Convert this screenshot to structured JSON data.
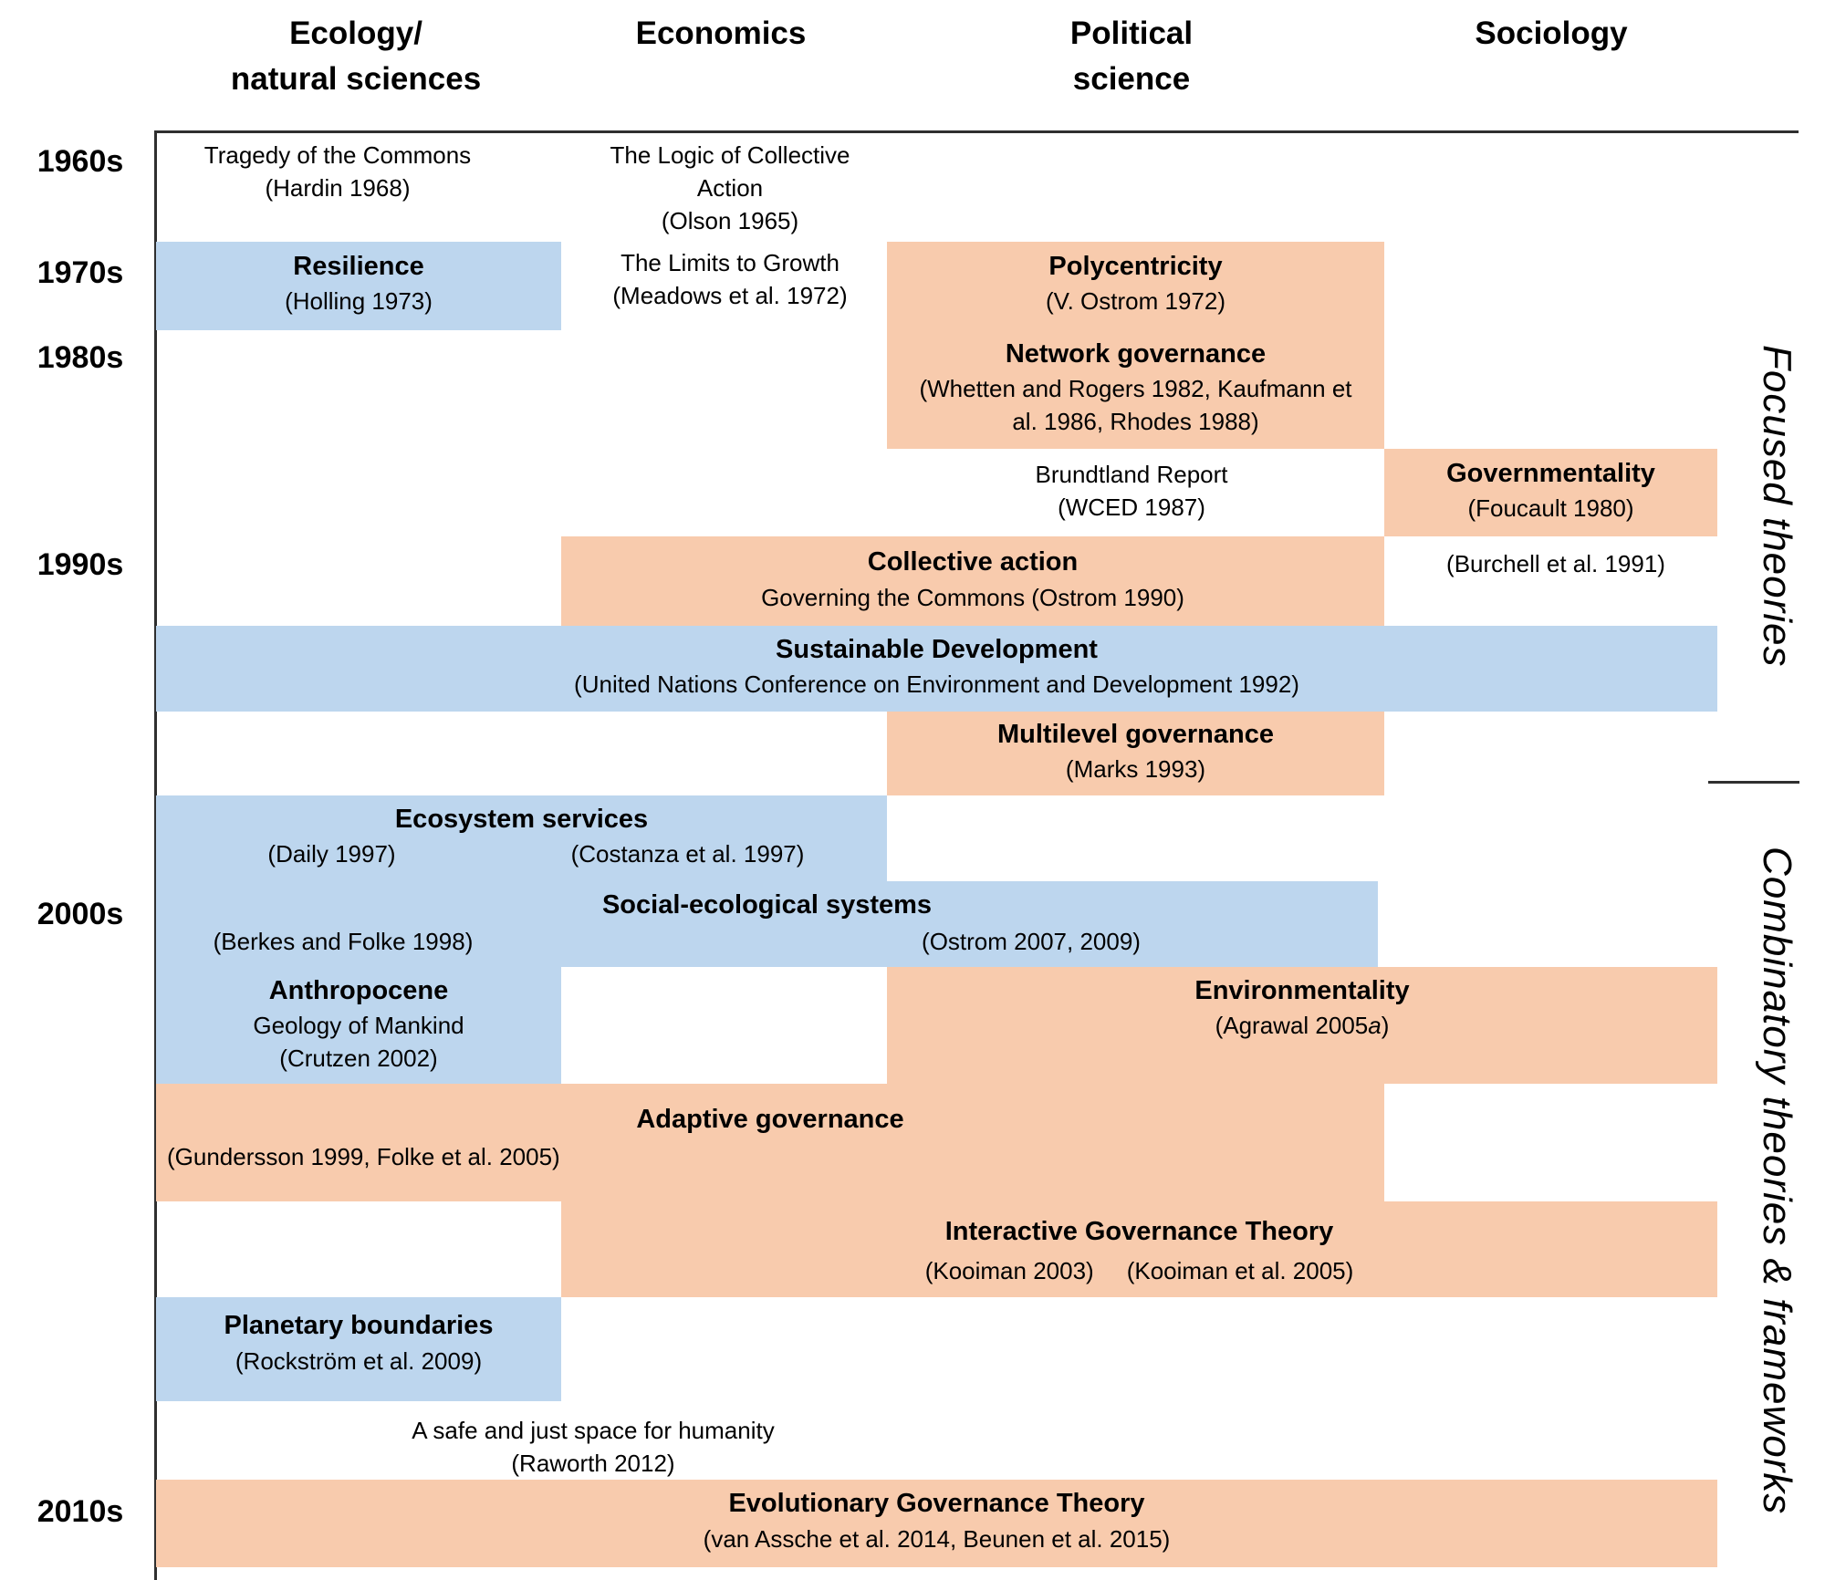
{
  "columns": [
    {
      "label": "Ecology/\nnatural sciences"
    },
    {
      "label": "Economics"
    },
    {
      "label": "Political\nscience"
    },
    {
      "label": "Sociology"
    }
  ],
  "decades": [
    "1960s",
    "1970s",
    "1980s",
    "1990s",
    "2000s",
    "2010s"
  ],
  "side_labels": {
    "focused": "Focused theories",
    "combinatory": "Combinatory theories & frameworks"
  },
  "colors": {
    "block_blue": "#BDD6EE",
    "block_orange": "#F8CBAD",
    "border": "#2F2F2F"
  },
  "free_texts": {
    "tragedy": "Tragedy of the Commons\n(Hardin 1968)",
    "logic": "The Logic of Collective\nAction\n(Olson 1965)",
    "limits": "The Limits to Growth\n(Meadows et al. 1972)",
    "brundtland": "Brundtland Report\n(WCED 1987)",
    "burchell": "(Burchell et al. 1991)",
    "raworth": "A safe and just space for humanity\n(Raworth 2012)"
  },
  "blocks": {
    "resilience": {
      "fill": "blue",
      "title": "Resilience",
      "citation": "(Holling 1973)"
    },
    "polycentricity": {
      "fill": "orange",
      "title": "Polycentricity",
      "citation": "(V. Ostrom 1972)"
    },
    "network_governance": {
      "title": "Network governance",
      "citation": "(Whetten and Rogers 1982, Kaufmann et\nal. 1986, Rhodes 1988)"
    },
    "governmentality": {
      "fill": "orange",
      "title": "Governmentality",
      "citation": "(Foucault 1980)"
    },
    "collective_action": {
      "fill": "orange",
      "title": "Collective action",
      "citation": "Governing the Commons (Ostrom 1990)"
    },
    "sustainable_development": {
      "fill": "blue",
      "title": "Sustainable Development",
      "citation": "(United Nations Conference on Environment and Development 1992)"
    },
    "multilevel_governance": {
      "fill": "orange",
      "title": "Multilevel governance",
      "citation": "(Marks 1993)"
    },
    "ecosystem_services": {
      "fill": "blue",
      "title": "Ecosystem services",
      "citation_left": "(Daily 1997)",
      "citation_right": "(Costanza et al. 1997)"
    },
    "social_ecological_systems": {
      "fill": "blue",
      "title": "Social-ecological systems",
      "citation_left": "(Berkes and Folke 1998)",
      "citation_right": "(Ostrom 2007, 2009)"
    },
    "anthropocene": {
      "fill": "blue",
      "title": "Anthropocene",
      "line2": "Geology of Mankind",
      "citation": "(Crutzen 2002)"
    },
    "environmentality": {
      "fill": "orange",
      "title": "Environmentality",
      "citation_pre": "(Agrawal 2005",
      "citation_italic": "a",
      "citation_post": ")"
    },
    "adaptive_governance": {
      "fill": "orange",
      "title": "Adaptive governance",
      "citation": "(Gundersson 1999, Folke et al. 2005)"
    },
    "interactive_governance": {
      "fill": "orange",
      "title": "Interactive Governance Theory",
      "citation_left": "(Kooiman 2003)",
      "citation_right": "(Kooiman et al. 2005)"
    },
    "planetary_boundaries": {
      "fill": "blue",
      "title": "Planetary boundaries",
      "citation": "(Rockström et al. 2009)"
    },
    "evolutionary_governance": {
      "fill": "orange",
      "title": "Evolutionary Governance Theory",
      "citation": "(van Assche et al. 2014, Beunen et al. 2015)"
    }
  }
}
